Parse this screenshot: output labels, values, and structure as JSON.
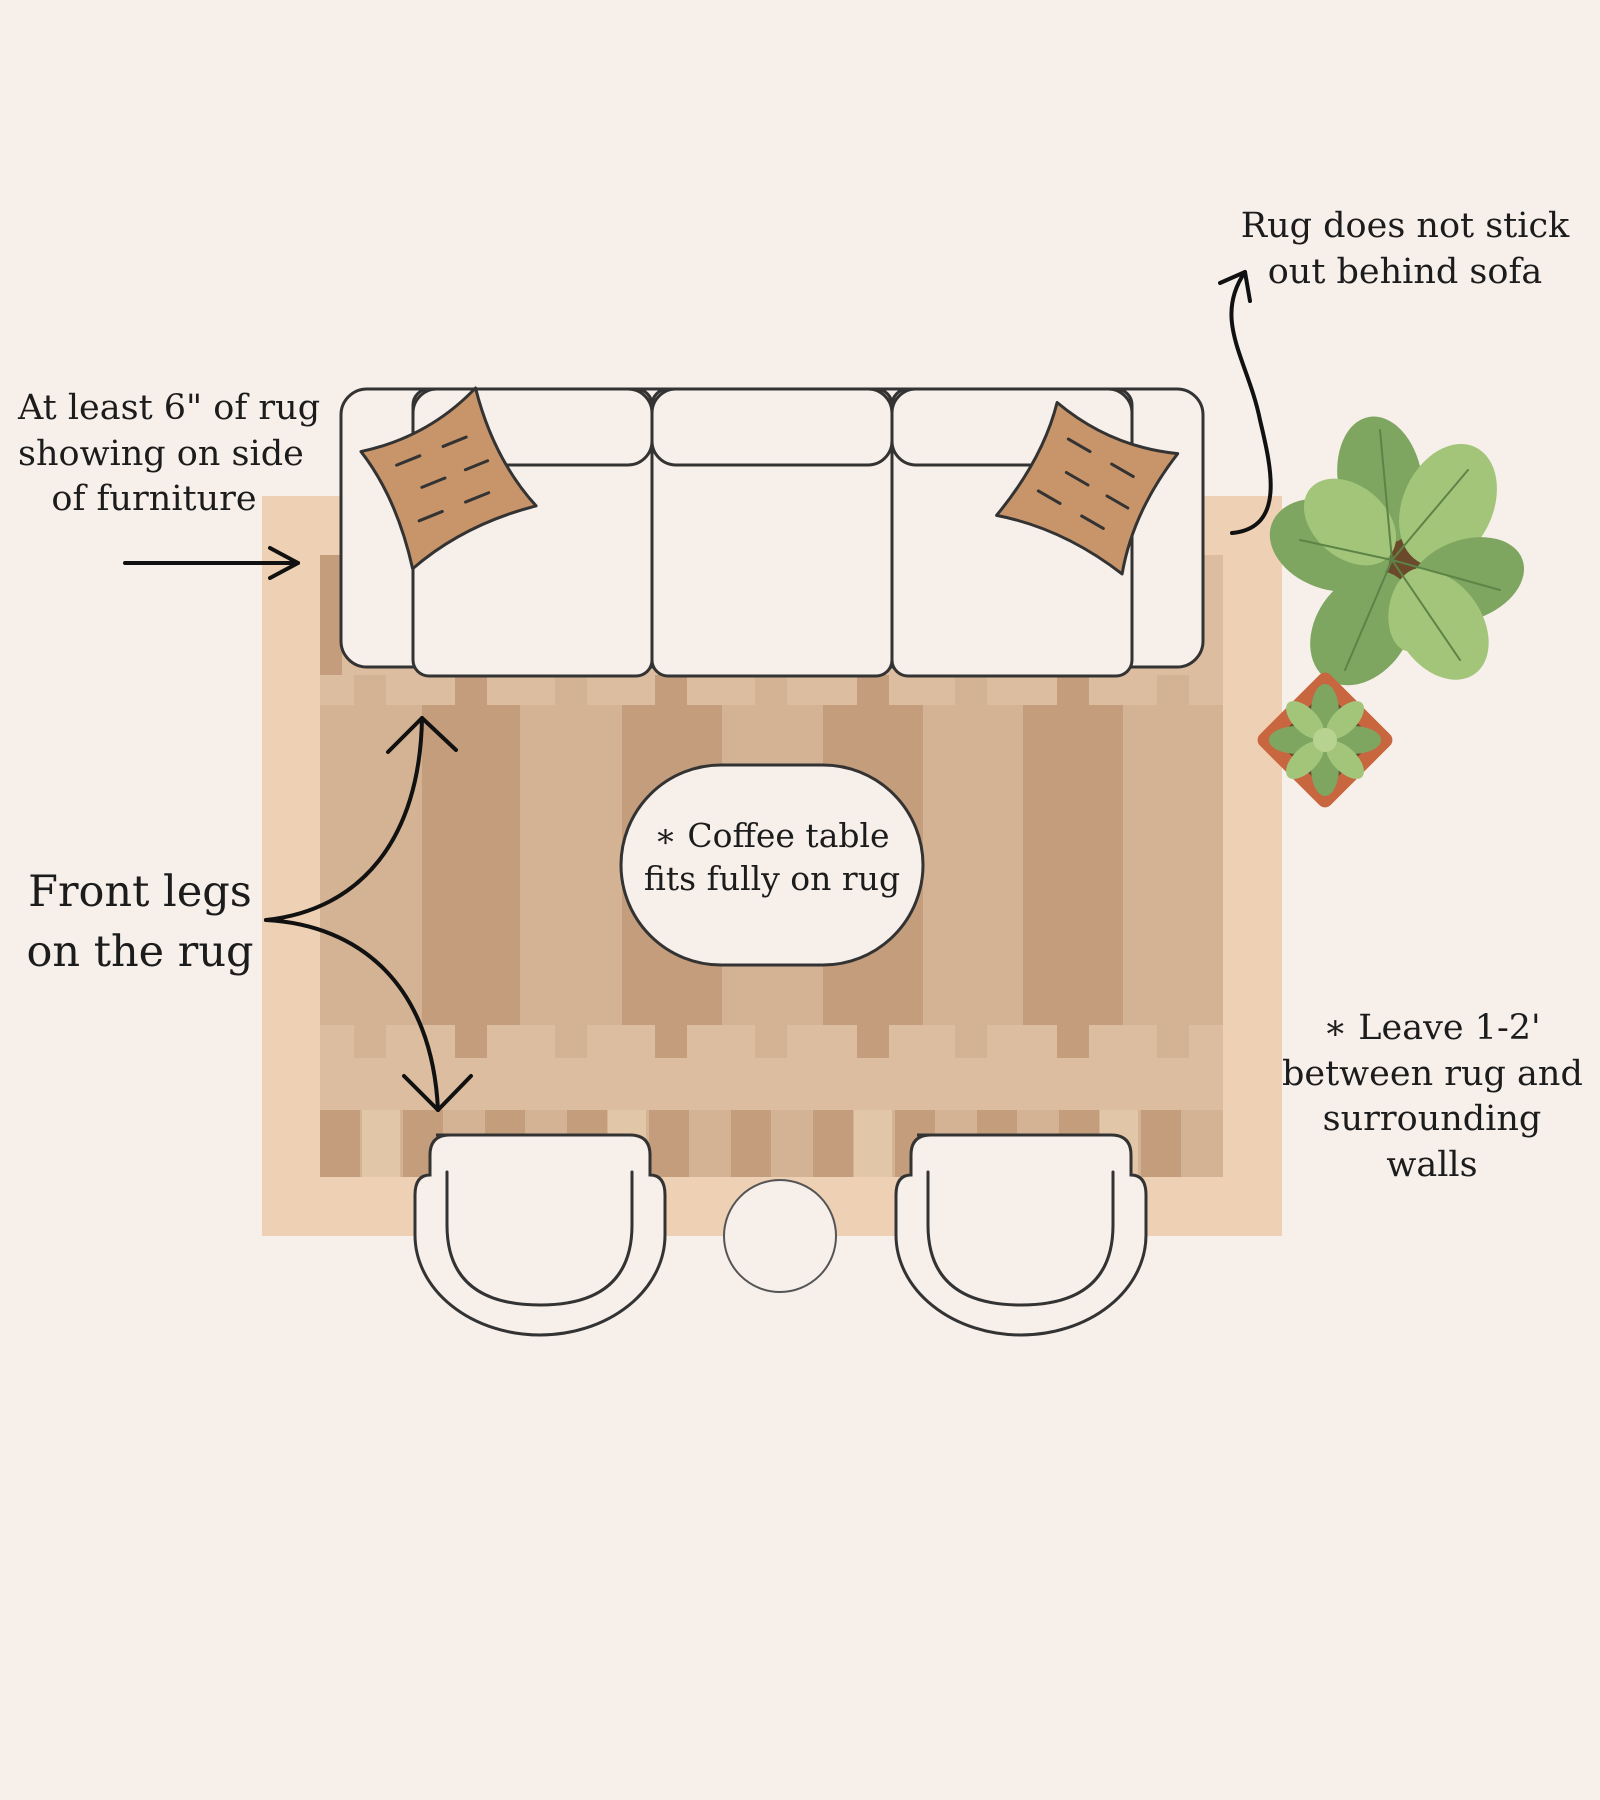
{
  "colors": {
    "background": "#f6efea",
    "rug_outer": "#eed1b5",
    "rug_light": "#d3b394",
    "rug_mid": "#dcbd9f",
    "rug_dark": "#c49d7c",
    "furniture_fill": "#f6efea",
    "furniture_outline": "#333333",
    "pillow": "#c8956a",
    "leaf_dark": "#7ea660",
    "leaf_light": "#a3c57a",
    "pot": "#c8663f"
  },
  "icons": [
    "arrow-icon",
    "sofa-icon",
    "pillow-icon",
    "armchair-icon",
    "plant-icon",
    "succulent-icon",
    "side-table-icon",
    "coffee-table-icon"
  ],
  "notes": {
    "rug_side": {
      "line1": "At least 6\" of rug",
      "line2": "showing on side",
      "line3": "of furniture"
    },
    "behind_sofa": {
      "line1": "Rug does not stick",
      "line2": "out behind sofa"
    },
    "front_legs": {
      "line1": "Front legs",
      "line2": "on the rug"
    },
    "coffee_table": {
      "line1": "∗ Coffee table",
      "line2": "fits fully on rug"
    },
    "walls": {
      "line1": "∗  Leave 1-2'",
      "line2": "between rug and",
      "line3": "surrounding",
      "line4": "walls"
    }
  }
}
